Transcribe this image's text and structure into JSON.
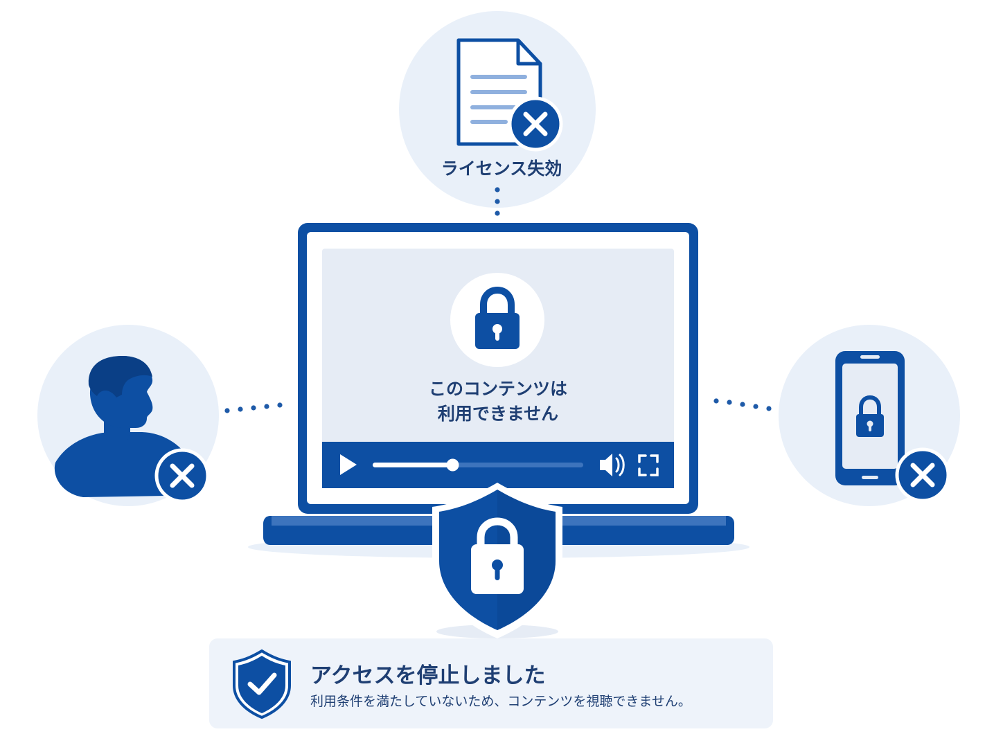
{
  "license_node": {
    "label": "ライセンス失効",
    "icon": "document-icon",
    "status_icon": "x-icon"
  },
  "user_node": {
    "icon": "user-icon",
    "status_icon": "x-icon"
  },
  "device_node": {
    "icon": "smartphone-icon",
    "status_icon": "x-icon"
  },
  "laptop": {
    "message_line1": "このコンテンツは",
    "message_line2": "利用できません",
    "lock_icon": "lock-icon",
    "player": {
      "progress": 0.38,
      "controls": [
        "play-icon",
        "volume-icon",
        "fullscreen-icon"
      ]
    },
    "badge_icon": "shield-lock-icon"
  },
  "notice": {
    "icon": "shield-check-icon",
    "title": "アクセスを停止しました",
    "description": "利用条件を満たしていないため、コンテンツを視聴できません。"
  },
  "colors": {
    "primary": "#0d4fa3",
    "primary_dark": "#0a3f86",
    "light_circle": "#e9f0f9",
    "screen_bg": "#e6ecf5",
    "notice_bg": "#eef3fa",
    "text": "#1f3f73",
    "dots": "#1e5aa8"
  }
}
